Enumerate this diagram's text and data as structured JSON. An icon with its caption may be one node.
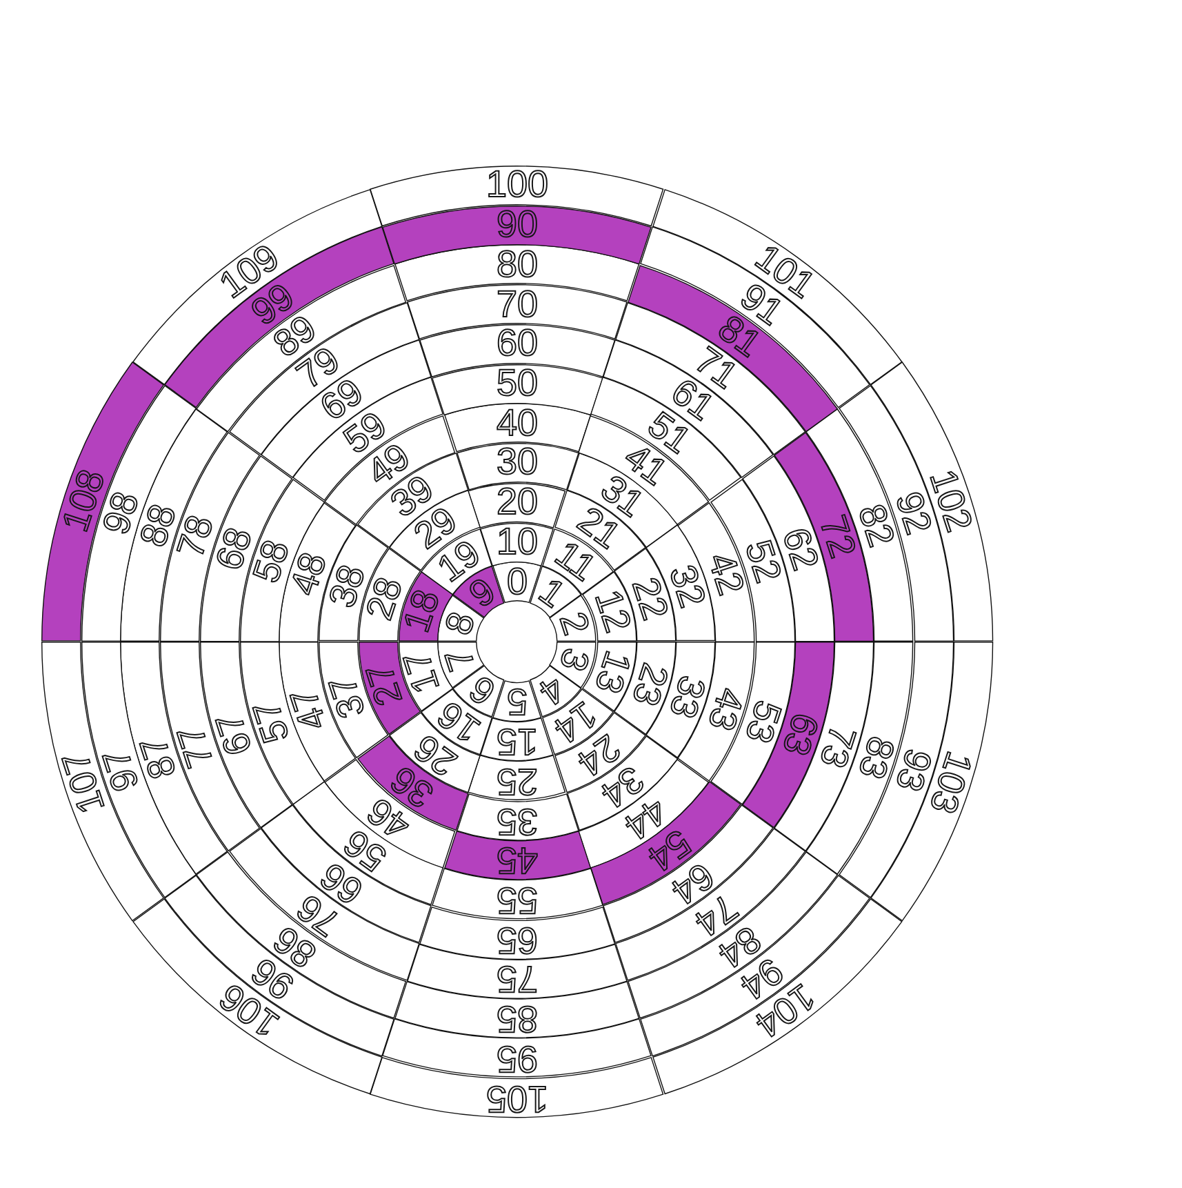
{
  "diagram": {
    "nodes": [
      {
        "text": [
          "0"
        ]
      },
      {
        "text": [
          "1"
        ]
      },
      {
        "text": [
          "2"
        ]
      },
      {
        "text": [
          "3"
        ]
      },
      {
        "text": [
          "4"
        ]
      },
      {
        "text": [
          "5"
        ]
      },
      {
        "text": [
          "6"
        ]
      },
      {
        "text": [
          "7"
        ]
      },
      {
        "text": [
          "8"
        ]
      },
      {
        "text": [
          "9"
        ]
      },
      {
        "text": [
          "10"
        ]
      },
      {
        "text": [
          "11"
        ]
      },
      {
        "text": [
          "12"
        ]
      },
      {
        "text": [
          "13"
        ]
      },
      {
        "text": [
          "14"
        ]
      },
      {
        "text": [
          "15"
        ]
      },
      {
        "text": [
          "16"
        ]
      },
      {
        "text": [
          "17"
        ]
      },
      {
        "text": [
          "18"
        ]
      },
      {
        "text": [
          "19"
        ]
      },
      {
        "text": [
          "20"
        ]
      },
      {
        "text": [
          "21"
        ]
      },
      {
        "text": [
          "22"
        ]
      },
      {
        "text": [
          "23"
        ]
      },
      {
        "text": [
          "24"
        ]
      },
      {
        "text": [
          "25"
        ]
      },
      {
        "text": [
          "26"
        ]
      },
      {
        "text": [
          "27"
        ]
      },
      {
        "text": [
          "28"
        ]
      },
      {
        "text": [
          "29"
        ]
      },
      {
        "text": [
          "30"
        ]
      },
      {
        "text": [
          "31"
        ]
      },
      {
        "text": [
          "32"
        ]
      },
      {
        "text": [
          "33"
        ]
      },
      {
        "text": [
          "34"
        ]
      },
      {
        "text": [
          "35"
        ]
      },
      {
        "text": [
          "36"
        ]
      },
      {
        "text": [
          "37"
        ]
      },
      {
        "text": [
          "38"
        ]
      },
      {
        "text": [
          "39"
        ]
      },
      {
        "text": [
          "40"
        ]
      },
      {
        "text": [
          "41"
        ]
      },
      {
        "text": [
          "42"
        ]
      },
      {
        "text": [
          "43"
        ]
      },
      {
        "text": [
          "44"
        ]
      },
      {
        "text": [
          "45"
        ]
      },
      {
        "text": [
          "46"
        ]
      },
      {
        "text": [
          "47"
        ]
      },
      {
        "text": [
          "48"
        ]
      },
      {
        "text": [
          "49"
        ]
      },
      {
        "text": [
          "50"
        ]
      },
      {
        "text": [
          "51"
        ]
      },
      {
        "text": [
          "52"
        ]
      },
      {
        "text": [
          "53"
        ]
      },
      {
        "text": [
          "54"
        ]
      },
      {
        "text": [
          "55"
        ]
      },
      {
        "text": [
          "56"
        ]
      },
      {
        "text": [
          "57"
        ]
      },
      {
        "text": [
          "58"
        ]
      },
      {
        "text": [
          "59"
        ]
      },
      {
        "text": [
          "60"
        ]
      },
      {
        "text": [
          "61"
        ]
      },
      {
        "text": [
          "62"
        ]
      },
      {
        "text": [
          "63"
        ]
      },
      {
        "text": [
          "64"
        ]
      },
      {
        "text": [
          "65"
        ]
      },
      {
        "text": [
          "66"
        ]
      },
      {
        "text": [
          "67"
        ]
      },
      {
        "text": [
          "68"
        ]
      },
      {
        "text": [
          "69"
        ]
      },
      {
        "text": [
          "70"
        ]
      },
      {
        "text": [
          "71"
        ]
      },
      {
        "text": [
          "72"
        ]
      },
      {
        "text": [
          "73"
        ]
      },
      {
        "text": [
          "74"
        ]
      },
      {
        "text": [
          "75"
        ]
      },
      {
        "text": [
          "76"
        ]
      },
      {
        "text": [
          "77"
        ]
      },
      {
        "text": [
          "78"
        ]
      },
      {
        "text": [
          "79"
        ]
      },
      {
        "text": [
          "80"
        ]
      },
      {
        "text": [
          "81"
        ]
      },
      {
        "text": [
          "82"
        ]
      },
      {
        "text": [
          "83"
        ]
      },
      {
        "text": [
          "84"
        ]
      },
      {
        "text": [
          "85"
        ]
      },
      {
        "text": [
          "86"
        ]
      },
      {
        "text": [
          "87"
        ]
      },
      {
        "text": [
          "88"
        ]
      },
      {
        "text": [
          "89"
        ]
      },
      {
        "text": [
          "90"
        ]
      },
      {
        "text": [
          "91"
        ]
      },
      {
        "text": [
          "92"
        ]
      },
      {
        "text": [
          "93"
        ]
      },
      {
        "text": [
          "94"
        ]
      },
      {
        "text": [
          "95"
        ]
      },
      {
        "text": [
          "96"
        ]
      },
      {
        "text": [
          "97"
        ]
      },
      {
        "text": [
          "98"
        ]
      },
      {
        "text": [
          "99"
        ]
      },
      {
        "text": [
          "100"
        ]
      },
      {
        "text": [
          "101"
        ]
      },
      {
        "text": [
          "102"
        ]
      },
      {
        "text": [
          "103"
        ]
      },
      {
        "text": [
          "104"
        ]
      },
      {
        "text": [
          "105"
        ]
      },
      {
        "text": [
          "106"
        ]
      },
      {
        "text": [
          "107"
        ]
      },
      {
        "text": [
          "108"
        ]
      },
      {
        "text": [
          "109"
        ]
      }
    ]
  }
}
